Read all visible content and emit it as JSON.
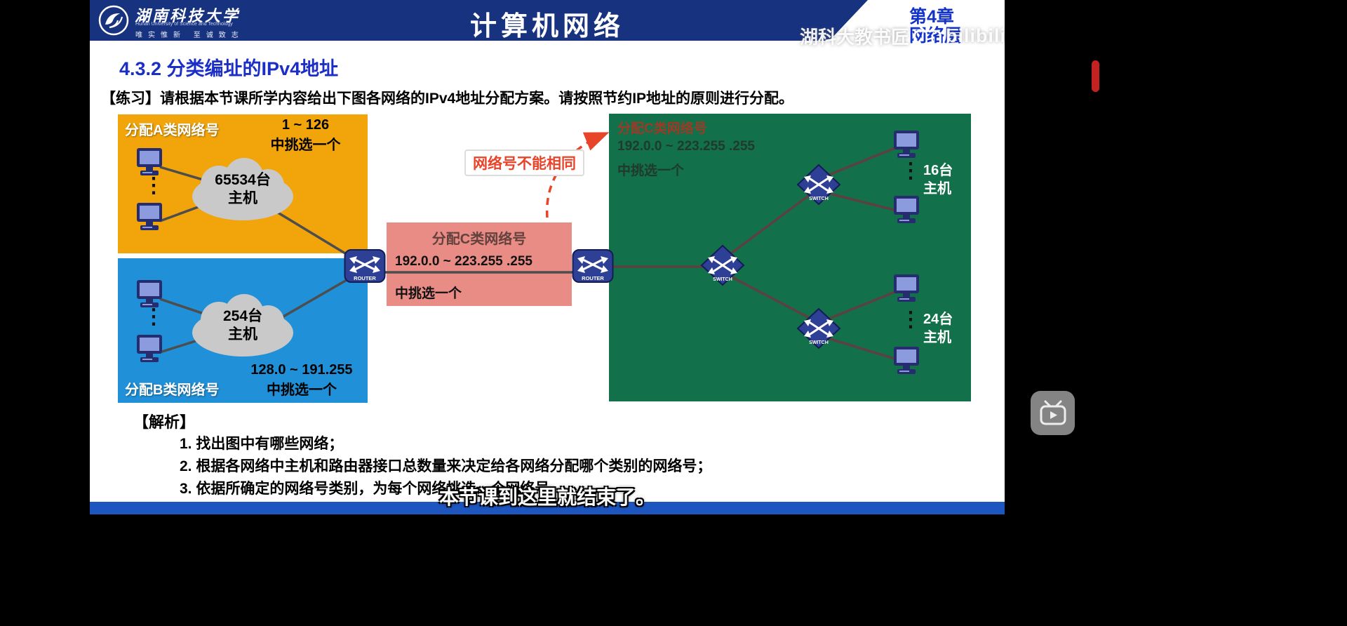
{
  "header": {
    "university_name": "湖南科技大学",
    "university_en": "Hunan University of Science and Technology",
    "motto": "唯实惟新  至诚致志",
    "course_title": "计算机网络",
    "chapter": "第4章",
    "chapter_section": "网络层"
  },
  "watermark": {
    "uploader": "湖科大教书匠",
    "platform": "bilibili"
  },
  "slide": {
    "section_title": "4.3.2 分类编址的IPv4地址",
    "practice_text": "【练习】请根据本节课所学内容给出下图各网络的IPv4地址分配方案。请按照节约IP地址的原则进行分配。",
    "analysis_label": "【解析】",
    "analysis_items": [
      "1. 找出图中有哪些网络；",
      "2. 根据各网络中主机和路由器接口总数量来决定给各网络分配哪个类别的网络号；",
      "3. 依据所确定的网络号类别，为每个网络挑选一个网络号"
    ]
  },
  "diagram": {
    "network_a": {
      "label": "分配A类网络号",
      "range": "1 ~ 126",
      "pick": "中挑选一个",
      "cloud": "65534台\n主机"
    },
    "network_b": {
      "label": "分配B类网络号",
      "range": "128.0 ~ 191.255",
      "pick": "中挑选一个",
      "cloud": "254台\n主机"
    },
    "network_c_link": {
      "label": "分配C类网络号",
      "range": "192.0.0 ~ 223.255 .255",
      "pick": "中挑选一个"
    },
    "network_c_lan": {
      "label": "分配C类网络号",
      "range": "192.0.0 ~ 223.255 .255",
      "pick": "中挑选一个",
      "hosts_top": "16台\n主机",
      "hosts_bottom": "24台\n主机"
    },
    "annotation": "网络号不能相同",
    "router_label": "ROUTER",
    "switch_label": "SWITCH"
  },
  "icons": {
    "more_dots": "⋮"
  },
  "subtitle": "本节课到这里就结束了。",
  "colors": {
    "header_navy": "#17327F",
    "class_a_box": "#F2A50A",
    "class_b_box": "#2090D8",
    "class_c_box": "#E98C86",
    "lan_box": "#12704A",
    "annotation_red": "#E8442A",
    "footer_blue": "#1E56C0"
  }
}
